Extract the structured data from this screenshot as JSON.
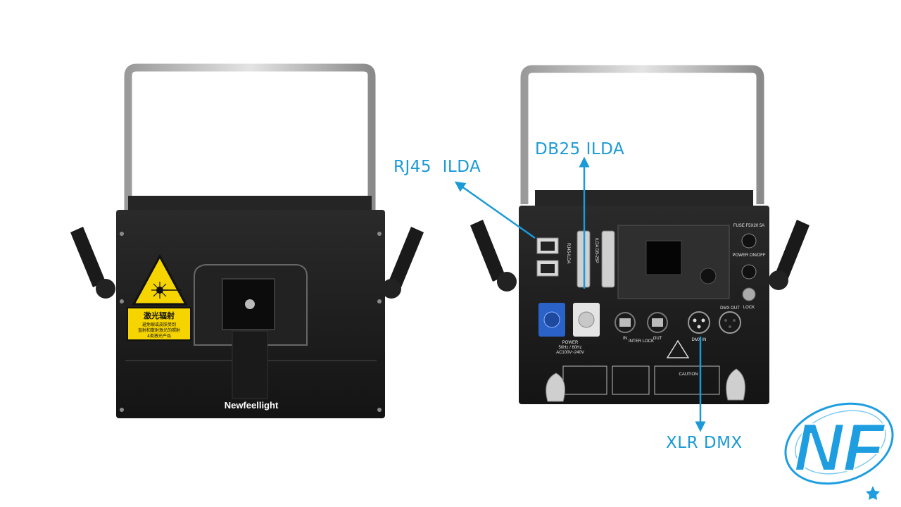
{
  "front_unit": {
    "warning_label": {
      "title": "激光辐射",
      "line1": "避免眼或皮肤受到",
      "line2": "直射和散射激光的照射",
      "line3": "4类激光产品"
    },
    "brand_text": "Newfeellight"
  },
  "rear_unit": {
    "port_labels": {
      "rj45": "RJ45-ILDA",
      "db25": "ILDA DB-25P",
      "fuse": "FUSE\nF5X20 5A",
      "power_switch": "POWER\nON/OFF",
      "lock": "LOCK",
      "power_spec_1": "POWER",
      "power_spec_2": "50Hz / 60Hz",
      "power_spec_3": "AC100V~240V",
      "interlock_in": "IN",
      "interlock": "INTER LOCK",
      "interlock_out": "OUT",
      "dmx_in": "DMX IN",
      "dmx_out": "DMX OUT",
      "caution": "CAUTION"
    }
  },
  "callouts": {
    "rj45_ilda": "RJ45  ILDA",
    "db25_ilda": "DB25 ILDA",
    "xlr_dmx": "XLR DMX"
  },
  "logo": {
    "letters": "NF"
  },
  "colors": {
    "accent": "#1a9ad6",
    "logo_blue": "#1e9ee0",
    "housing": "#1c1c1c",
    "warning_yellow": "#f5d400"
  }
}
